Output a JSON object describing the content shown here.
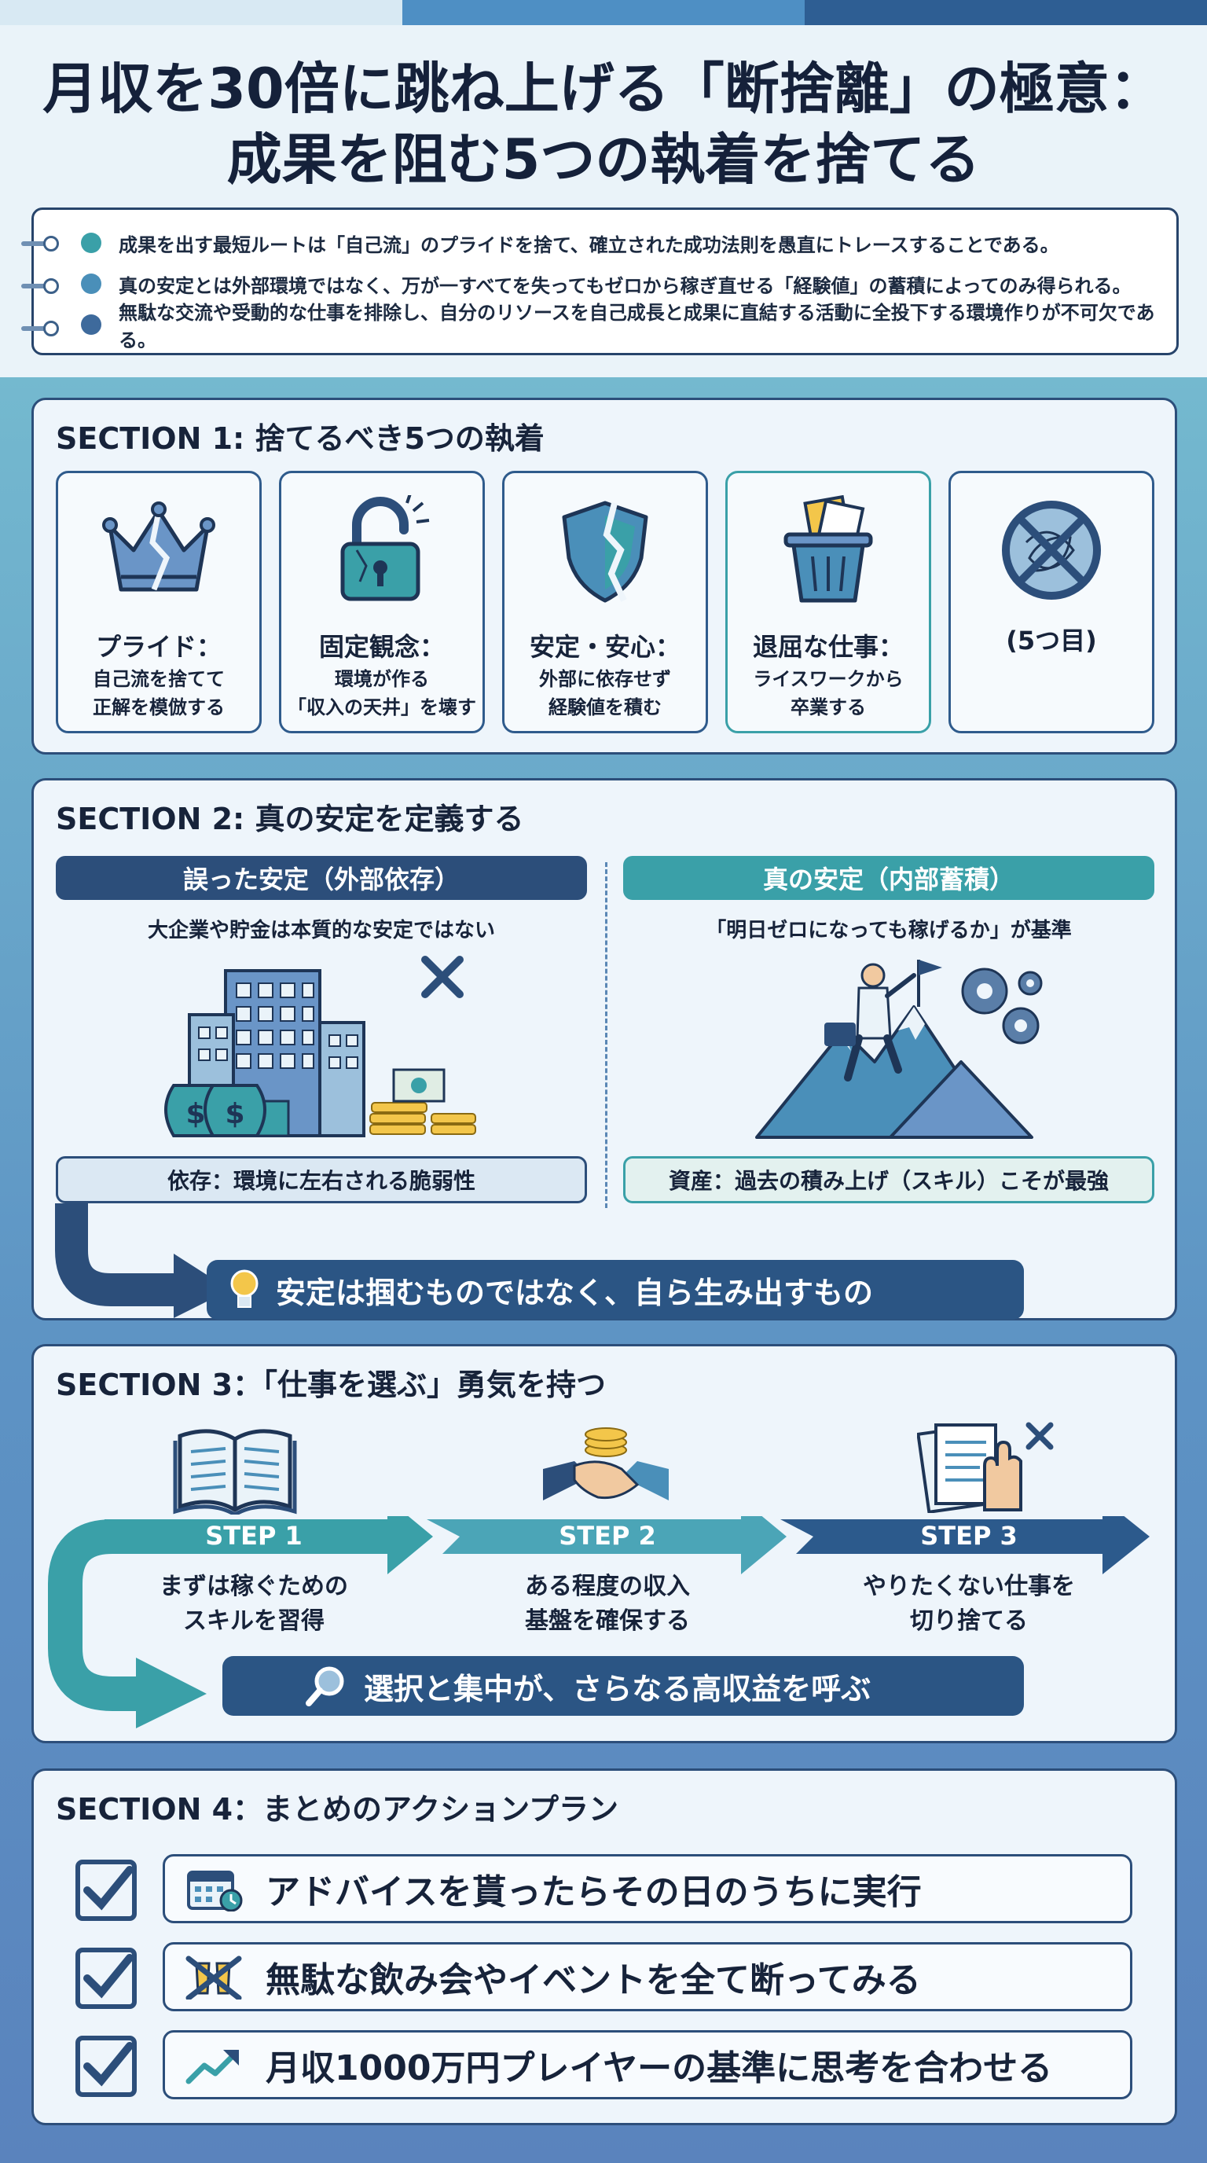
{
  "colors": {
    "navy": "#2c4e7a",
    "teal": "#3aa0a8",
    "mid": "#4a8fb9",
    "light": "#dbe8f3",
    "accent": "#f3c64a"
  },
  "header": {
    "title_line1": "月収を30倍に跳ね上げる「断捨離」の極意：",
    "title_line2": "成果を阻む5つの執着を捨てる"
  },
  "summary": {
    "items": [
      "成果を出す最短ルートは「自己流」のプライドを捨て、確立された成功法則を愚直にトレースすることである。",
      "真の安定とは外部環境ではなく、万が一すべてを失ってもゼロから稼ぎ直せる「経験値」の蓄積によってのみ得られる。",
      "無駄な交流や受動的な仕事を排除し、自分のリソースを自己成長と成果に直結する活動に全投下する環境作りが不可欠である。"
    ]
  },
  "section1": {
    "title": "SECTION 1: 捨てるべき5つの執着",
    "cards": [
      {
        "icon": "broken-crown-icon",
        "title": "プライド：",
        "desc": "自己流を捨てて\n正解を模倣する"
      },
      {
        "icon": "broken-padlock-icon",
        "title": "固定観念：",
        "desc": "環境が作る\n「収入の天井」を壊す"
      },
      {
        "icon": "cracked-shield-icon",
        "title": "安定・安心：",
        "desc": "外部に依存せず\n経験値を積む"
      },
      {
        "icon": "trash-can-icon",
        "title": "退屈な仕事：",
        "desc": "ライスワークから\n卒業する"
      },
      {
        "icon": "prohibited-tangle-icon",
        "title": "(5つ目)",
        "desc": ""
      }
    ]
  },
  "section2": {
    "title": "SECTION 2: 真の安定を定義する",
    "left": {
      "header": "誤った安定（外部依存）",
      "sub": "大企業や貯金は本質的な安定ではない",
      "footer": "依存：環境に左右される脆弱性"
    },
    "right": {
      "header": "真の安定（内部蓄積）",
      "sub": "「明日ゼロになっても稼げるか」が基準",
      "footer": "資産：過去の積み上げ（スキル）こそが最強"
    },
    "conclusion": "安定は掴むものではなく、自ら生み出すもの"
  },
  "section3": {
    "title": "SECTION 3：「仕事を選ぶ」勇気を持つ",
    "steps": [
      {
        "label": "STEP 1",
        "desc": "まずは稼ぐための\nスキルを習得"
      },
      {
        "label": "STEP 2",
        "desc": "ある程度の収入\n基盤を確保する"
      },
      {
        "label": "STEP 3",
        "desc": "やりたくない仕事を\n切り捨てる"
      }
    ],
    "conclusion": "選択と集中が、さらなる高収益を呼ぶ"
  },
  "section4": {
    "title": "SECTION 4：まとめのアクションプラン",
    "actions": [
      {
        "icon": "calendar-clock-icon",
        "text": "アドバイスを貰ったらその日のうちに実行"
      },
      {
        "icon": "no-drinks-icon",
        "text": "無駄な飲み会やイベントを全て断ってみる"
      },
      {
        "icon": "trend-up-icon",
        "text": "月収1000万円プレイヤーの基準に思考を合わせる"
      }
    ]
  }
}
